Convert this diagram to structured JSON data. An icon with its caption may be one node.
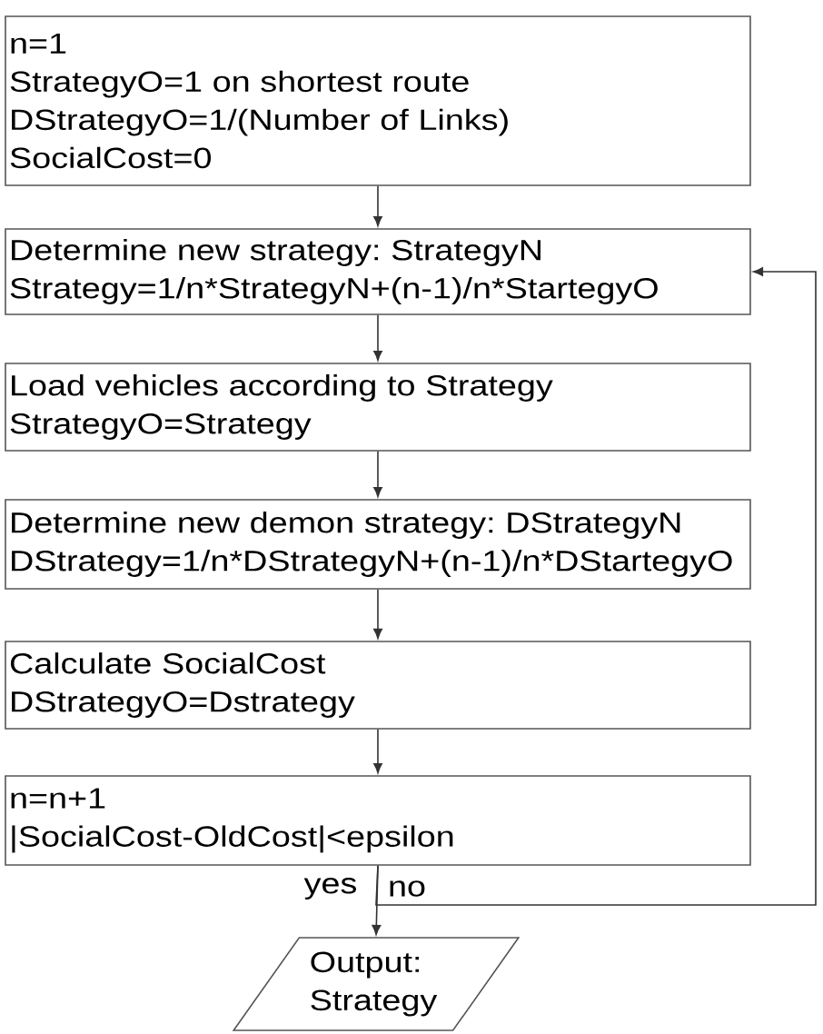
{
  "diagram": {
    "nodes": [
      {
        "text": [
          "n=1",
          "StrategyO=1 on shortest route",
          "DStrategyO=1/(Number of Links)",
          "SocialCost=0"
        ]
      },
      {
        "text": [
          "Determine new strategy: StrategyN",
          "Strategy=1/n*StrategyN+(n-1)/n*StartegyO"
        ]
      },
      {
        "text": [
          "Load vehicles according to Strategy",
          "StrategyO=Strategy"
        ]
      },
      {
        "text": [
          "Determine new demon strategy: DStrategyN",
          "DStrategy=1/n*DStrategyN+(n-1)/n*DStartegyO"
        ]
      },
      {
        "text": [
          "Calculate SocialCost",
          "DStrategyO=Dstrategy"
        ]
      },
      {
        "text": [
          "n=n+1",
          "|SocialCost-OldCost|<epsilon"
        ]
      },
      {
        "text": [
          "Output: Strategy"
        ]
      }
    ],
    "edges": [
      {
        "from": 0,
        "to": 1,
        "arrow": "to"
      },
      {
        "from": 1,
        "to": 2,
        "arrow": "to"
      },
      {
        "from": 2,
        "to": 3,
        "arrow": "to"
      },
      {
        "from": 3,
        "to": 4,
        "arrow": "to"
      },
      {
        "from": 4,
        "to": 5,
        "arrow": "to"
      },
      {
        "from": 5,
        "to": 6,
        "arrow": "to",
        "label": "yes"
      },
      {
        "from": 5,
        "to": 1,
        "arrow": "to",
        "label": "no"
      }
    ]
  }
}
